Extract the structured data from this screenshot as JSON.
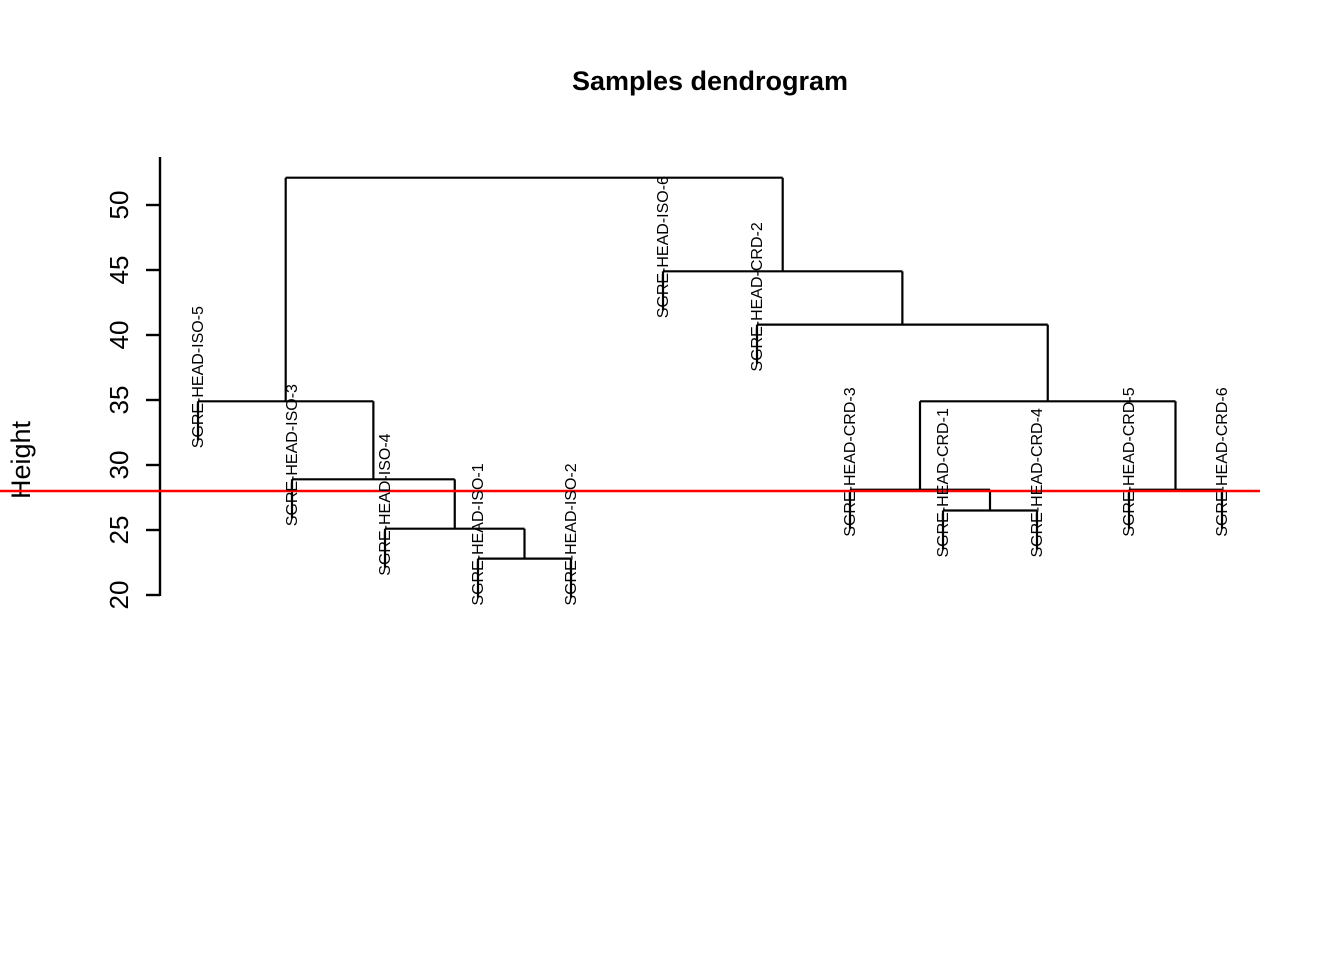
{
  "chart_data": {
    "type": "tree",
    "title": "Samples dendrogram",
    "xlabel": "",
    "ylabel": "Height",
    "ylim": [
      19,
      53
    ],
    "grid": false,
    "legend": null,
    "tick_labels": [
      "50",
      "45",
      "40",
      "35",
      "30",
      "25",
      "20"
    ],
    "tick_values": [
      50,
      45,
      40,
      35,
      30,
      25,
      20
    ],
    "leaves": [
      {
        "label": "SGRE-HEAD-ISO-5",
        "order": 1,
        "leaf_height": 34.9
      },
      {
        "label": "SGRE-HEAD-ISO-3",
        "order": 2,
        "leaf_height": 28.9
      },
      {
        "label": "SGRE-HEAD-ISO-4",
        "order": 3,
        "leaf_height": 25.1
      },
      {
        "label": "SGRE-HEAD-ISO-1",
        "order": 4,
        "leaf_height": 22.8
      },
      {
        "label": "SGRE-HEAD-ISO-2",
        "order": 5,
        "leaf_height": 22.8
      },
      {
        "label": "SGRE-HEAD-ISO-6",
        "order": 6,
        "leaf_height": 44.9
      },
      {
        "label": "SGRE-HEAD-CRD-2",
        "order": 7,
        "leaf_height": 40.8
      },
      {
        "label": "SGRE-HEAD-CRD-3",
        "order": 8,
        "leaf_height": 28.1
      },
      {
        "label": "SGRE-HEAD-CRD-1",
        "order": 9,
        "leaf_height": 26.5
      },
      {
        "label": "SGRE-HEAD-CRD-4",
        "order": 10,
        "leaf_height": 26.5
      },
      {
        "label": "SGRE-HEAD-CRD-5",
        "order": 11,
        "leaf_height": 28.1
      },
      {
        "label": "SGRE-HEAD-CRD-6",
        "order": 12,
        "leaf_height": 28.1
      }
    ],
    "merges": [
      {
        "id": "m-root",
        "height": 52.1,
        "left": "n-iso",
        "right": "n-crd"
      },
      {
        "id": "n-iso",
        "height": 34.9,
        "left": "SGRE-HEAD-ISO-5",
        "right": "n-iso-b"
      },
      {
        "id": "n-iso-b",
        "height": 28.9,
        "left": "SGRE-HEAD-ISO-3",
        "right": "n-iso-c"
      },
      {
        "id": "n-iso-c",
        "height": 25.1,
        "left": "SGRE-HEAD-ISO-4",
        "right": "n-iso-d"
      },
      {
        "id": "n-iso-d",
        "height": 22.8,
        "left": "SGRE-HEAD-ISO-1",
        "right": "SGRE-HEAD-ISO-2"
      },
      {
        "id": "n-crd",
        "height": 44.9,
        "left": "SGRE-HEAD-ISO-6",
        "right": "n-crd-b"
      },
      {
        "id": "n-crd-b",
        "height": 40.8,
        "left": "SGRE-HEAD-CRD-2",
        "right": "n-crd-c"
      },
      {
        "id": "n-crd-c",
        "height": 34.9,
        "left": "n-crd-d",
        "right": "n-crd-f"
      },
      {
        "id": "n-crd-d",
        "height": 28.1,
        "left": "SGRE-HEAD-CRD-3",
        "right": "n-crd-e"
      },
      {
        "id": "n-crd-e",
        "height": 26.5,
        "left": "SGRE-HEAD-CRD-1",
        "right": "SGRE-HEAD-CRD-4"
      },
      {
        "id": "n-crd-f",
        "height": 28.1,
        "left": "SGRE-HEAD-CRD-5",
        "right": "SGRE-HEAD-CRD-6"
      }
    ],
    "cut_line": {
      "height": 28.0,
      "color": "#ff0000"
    },
    "line_color": "#000000",
    "background": "#ffffff"
  }
}
